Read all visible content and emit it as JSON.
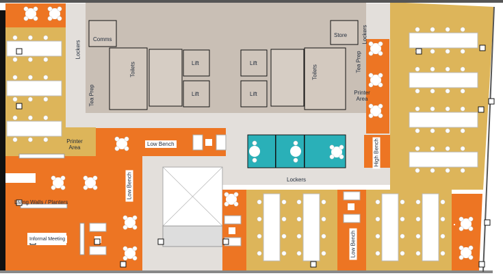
{
  "colors": {
    "collab": "#ED7523",
    "workspace": "#DDB55A",
    "circulation": "#E3DFDB",
    "core": "#C9BFB5",
    "meeting": "#2AB0B8"
  },
  "labels": {
    "comms": "Comms",
    "lockers_left": "Lockers",
    "toilets_left": "Toilets",
    "tea_prep_left": "Tea Prep",
    "lift_1": "Lift",
    "lift_2": "Lift",
    "lift_3": "Lift",
    "lift_4": "Lift",
    "store": "Store",
    "lockers_right": "Lockers",
    "tea_prep_right": "Tea Prep",
    "toilets_right": "Toilets",
    "printer_area_right": "Printer Area",
    "printer_area_left": "Printer Area",
    "low_bench_top": "Low Bench",
    "low_bench_left": "Low Bench",
    "living_walls": "Living Walls / Planters",
    "informal_meeting": "Informal Meeting",
    "lockers_center": "Lockers",
    "high_bench": "High Bench",
    "low_bench_bottom": "Low Bench"
  }
}
